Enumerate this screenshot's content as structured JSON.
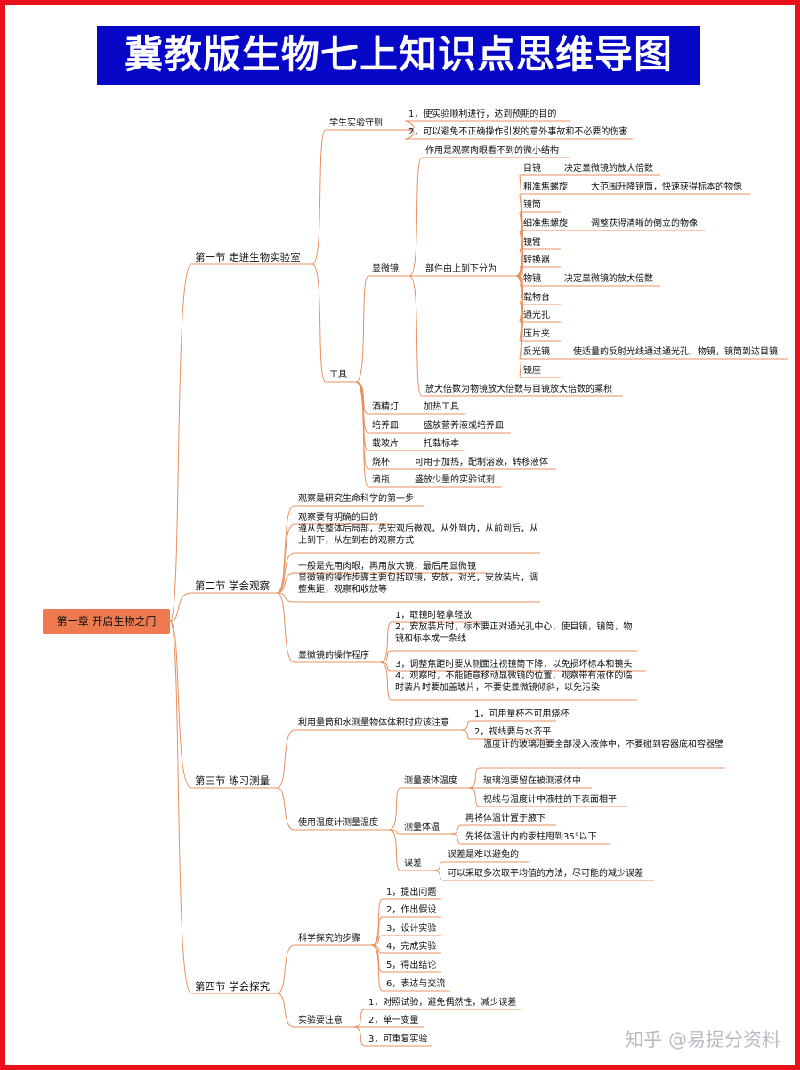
{
  "title": "冀教版生物七上知识点思维导图",
  "watermark": "知乎 @易提分资料",
  "root": "第一章 开启生物之门",
  "sections": [
    {
      "label": "第一节 走进生物实验室",
      "children": [
        {
          "label": "学生实验守则",
          "children": [
            {
              "label": "1，使实验顺利进行，达到预期的目的"
            },
            {
              "label": "2，可以避免不正确操作引发的意外事故和不必要的伤害"
            }
          ]
        },
        {
          "label": "工具",
          "children": [
            {
              "label": "显微镜",
              "children": [
                {
                  "label": "作用是观察肉眼看不到的微小结构"
                },
                {
                  "label": "部件由上到下分为",
                  "children": [
                    {
                      "label": "目镜",
                      "note": "决定显微镜的放大倍数"
                    },
                    {
                      "label": "粗准焦螺旋",
                      "note": "大范围升降镜筒，快速获得标本的物像"
                    },
                    {
                      "label": "镜筒"
                    },
                    {
                      "label": "细准焦螺旋",
                      "note": "调整获得清晰的倒立的物像"
                    },
                    {
                      "label": "镜臂"
                    },
                    {
                      "label": "转换器"
                    },
                    {
                      "label": "物镜",
                      "note": "决定显微镜的放大倍数"
                    },
                    {
                      "label": "载物台"
                    },
                    {
                      "label": "通光孔"
                    },
                    {
                      "label": "压片夹"
                    },
                    {
                      "label": "反光镜",
                      "note": "使适量的反射光线通过通光孔，物镜，镜筒到达目镜"
                    },
                    {
                      "label": "镜座"
                    }
                  ]
                },
                {
                  "label": "放大倍数为物镜放大倍数与目镜放大倍数的乘积"
                }
              ]
            },
            {
              "label": "酒精灯",
              "note": "加热工具"
            },
            {
              "label": "培养皿",
              "note": "盛放营养液或培养皿"
            },
            {
              "label": "载玻片",
              "note": "托载标本"
            },
            {
              "label": "烧杯",
              "note": "可用于加热，配制溶液，转移液体"
            },
            {
              "label": "滴瓶",
              "note": "盛放少量的实验试剂"
            }
          ]
        }
      ]
    },
    {
      "label": "第二节 学会观察",
      "children": [
        {
          "label": "观察是研究生命科学的第一步"
        },
        {
          "label": "观察要有明确的目的"
        },
        {
          "label": "遵从先整体后局部，先宏观后微观，从外到内，从前到后，从上到下，从左到右的观察方式"
        },
        {
          "label": "一般是先用肉眼，再用放大镜，最后用显微镜"
        },
        {
          "label": "显微镜的操作步骤主要包括取镜，安放，对光，安放装片，调整焦距，观察和收放等"
        },
        {
          "label": "显微镜的操作程序",
          "children": [
            {
              "label": "1，取镜时轻拿轻放"
            },
            {
              "label": "2，安放装片时，标本要正对通光孔中心，使目镜，镜筒，物镜和标本成一条线"
            },
            {
              "label": "3，调整焦距时要从侧面注视镜筒下降，以免损坏标本和镜头"
            },
            {
              "label": "4，观察时，不能随意移动显微镜的位置，观察带有液体的临时装片时要加盖玻片，不要使显微镜倾斜，以免污染"
            }
          ]
        }
      ]
    },
    {
      "label": "第三节 练习测量",
      "children": [
        {
          "label": "利用量筒和水测量物体体积时应该注意",
          "children": [
            {
              "label": "1，可用量杯不可用烧杯"
            },
            {
              "label": "2，视线要与水齐平"
            }
          ]
        },
        {
          "label": "使用温度计测量温度",
          "children": [
            {
              "label": "测量液体温度",
              "children": [
                {
                  "label": "温度计的玻璃泡要全部浸入液体中，不要碰到容器底和容器壁"
                },
                {
                  "label": "玻璃泡要留在被测液体中"
                },
                {
                  "label": "视线与温度计中液柱的下表面相平"
                }
              ]
            },
            {
              "label": "测量体温",
              "children": [
                {
                  "label": "再将体温计置于腋下"
                },
                {
                  "label": "先将体温计内的汞柱甩到35°以下"
                }
              ]
            },
            {
              "label": "误差",
              "children": [
                {
                  "label": "误差是难以避免的"
                },
                {
                  "label": "可以采取多次取平均值的方法，尽可能的减少误差"
                }
              ]
            }
          ]
        }
      ]
    },
    {
      "label": "第四节 学会探究",
      "children": [
        {
          "label": "科学探究的步骤",
          "children": [
            {
              "label": "1，提出问题"
            },
            {
              "label": "2，作出假设"
            },
            {
              "label": "3，设计实验"
            },
            {
              "label": "4，完成实验"
            },
            {
              "label": "5，得出结论"
            },
            {
              "label": "6，表达与交流"
            }
          ]
        },
        {
          "label": "实验要注意",
          "children": [
            {
              "label": "1，对照试验，避免偶然性，减少误差"
            },
            {
              "label": "2，单一变量"
            },
            {
              "label": "3，可重复实验"
            }
          ]
        }
      ]
    }
  ]
}
